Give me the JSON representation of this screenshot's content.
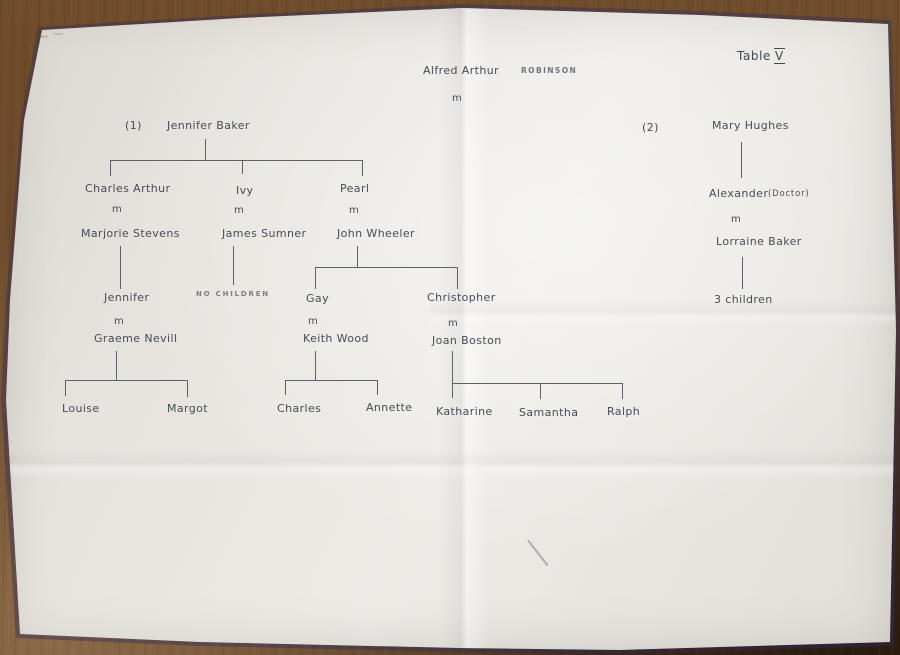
{
  "palette": {
    "ink": "#474c57",
    "paper": "#e9e6e1",
    "wood_dark": "#4a3320",
    "wood_light": "#8d6b48",
    "shadow_blue": "#30295c"
  },
  "header": {
    "table_label_prefix": "Table",
    "table_label_numeral": "V",
    "patriarch_given": "Alfred Arthur",
    "patriarch_surname": "ROBINSON",
    "marriage_symbol": "m"
  },
  "marriages": [
    {
      "order_label": "(1)",
      "spouse": "Jennifer Baker"
    },
    {
      "order_label": "(2)",
      "spouse": "Mary Hughes"
    }
  ],
  "generation1": [
    {
      "name": "Charles Arthur",
      "marriage_symbol": "m",
      "spouse": "Marjorie Stevens"
    },
    {
      "name": "Ivy",
      "marriage_symbol": "m",
      "spouse": "James Sumner",
      "offspring_note": "NO CHILDREN"
    },
    {
      "name": "Pearl",
      "marriage_symbol": "m",
      "spouse": "John Wheeler"
    },
    {
      "name": "Alexander",
      "name_qualifier": "(Doctor)",
      "marriage_symbol": "m",
      "spouse": "Lorraine Baker",
      "offspring_note": "3 children"
    }
  ],
  "generation2": [
    {
      "name": "Jennifer",
      "marriage_symbol": "m",
      "spouse": "Graeme Nevill"
    },
    {
      "name": "Gay",
      "marriage_symbol": "m",
      "spouse": "Keith Wood"
    },
    {
      "name": "Christopher",
      "marriage_symbol": "m",
      "spouse": "Joan Boston"
    }
  ],
  "generation3": {
    "nevill_children": [
      "Louise",
      "Margot"
    ],
    "wood_children": [
      "Charles",
      "Annette"
    ],
    "robinson_children": [
      "Katharine",
      "Samantha",
      "Ralph"
    ]
  }
}
